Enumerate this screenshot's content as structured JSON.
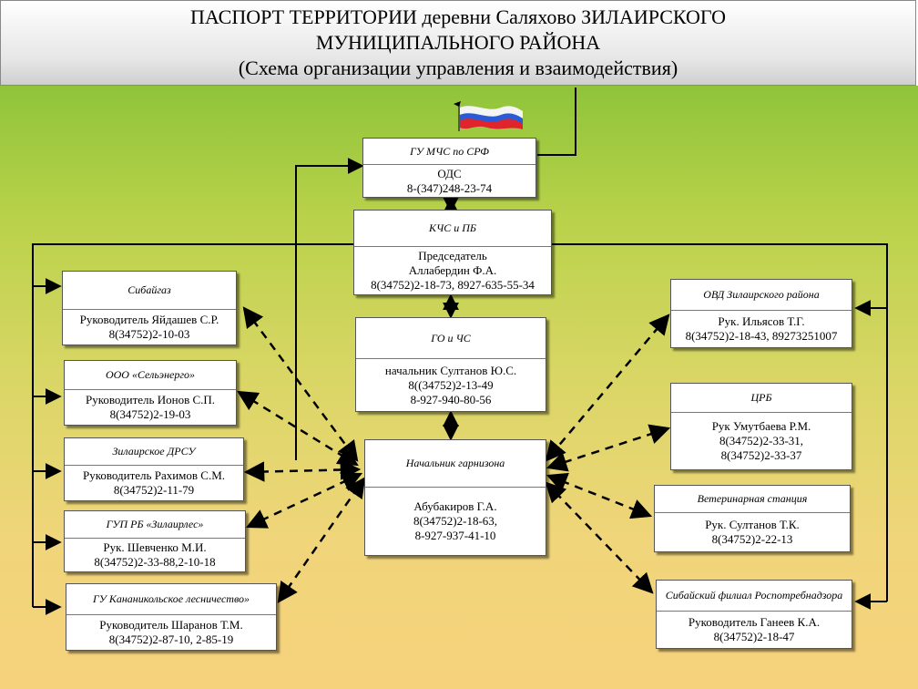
{
  "header": {
    "line1": "ПАСПОРТ ТЕРРИТОРИИ деревни Саляхово ЗИЛАИРСКОГО",
    "line2": "МУНИЦИПАЛЬНОГО РАЙОНА",
    "line3": "(Схема организации управления и взаимодействия)"
  },
  "colors": {
    "bg_top": "#8fc43a",
    "bg_bottom": "#f6d27c",
    "box": "#ffffff",
    "line": "#000000"
  },
  "icons": {
    "flag": "russian-flag-icon"
  },
  "center": {
    "mchs": {
      "title": "ГУ МЧС по СРФ",
      "line1": "ОДС",
      "line2": "8-(347)248-23-74"
    },
    "kchs": {
      "title": "КЧС и ПБ",
      "line1": "Председатель",
      "line2": "Аллабердин Ф.А.",
      "line3": "8(34752)2-18-73, 8927-635-55-34"
    },
    "go": {
      "title": "ГО и ЧС",
      "line1": "начальник Султанов Ю.С.",
      "line2": "8((34752)2-13-49",
      "line3": "8-927-940-80-56"
    },
    "garrison": {
      "title": "Начальник гарнизона",
      "line1": "Абубакиров Г.А.",
      "line2": "8(34752)2-18-63,",
      "line3": "8-927-937-41-10"
    }
  },
  "left": [
    {
      "title": "Сибайгаз",
      "line1": "Руководитель Яйдашев С.Р.",
      "line2": "8(34752)2-10-03"
    },
    {
      "title": "ООО «Сельэнерго»",
      "line1": "Руководитель Ионов С.П.",
      "line2": "8(34752)2-19-03"
    },
    {
      "title": "Зилаирское ДРСУ",
      "line1": "Руководитель Рахимов С.М.",
      "line2": "8(34752)2-11-79"
    },
    {
      "title": "ГУП РБ «Зилаирлес»",
      "line1": "Рук. Шевченко М.И.",
      "line2": "8(34752)2-33-88,2-10-18"
    },
    {
      "title": "ГУ Кананикольское лесничество»",
      "line1": "Руководитель Шаранов Т.М.",
      "line2": "8(34752)2-87-10, 2-85-19"
    }
  ],
  "right": [
    {
      "title": "ОВД Зилаирского района",
      "line1": "Рук. Ильясов Т.Г.",
      "line2": "8(34752)2-18-43, 89273251007",
      "line3": ""
    },
    {
      "title": "ЦРБ",
      "line1": "Рук Умутбаева Р.М.",
      "line2": "8(34752)2-33-31,",
      "line3": "8(34752)2-33-37"
    },
    {
      "title": "Ветеринарная станция",
      "line1": "Рук. Султанов Т.К.",
      "line2": "8(34752)2-22-13",
      "line3": ""
    },
    {
      "title": "Сибайский филиал Роспотребнадзора",
      "line1": "Руководитель Ганеев К.А.",
      "line2": "8(34752)2-18-47",
      "line3": ""
    }
  ]
}
